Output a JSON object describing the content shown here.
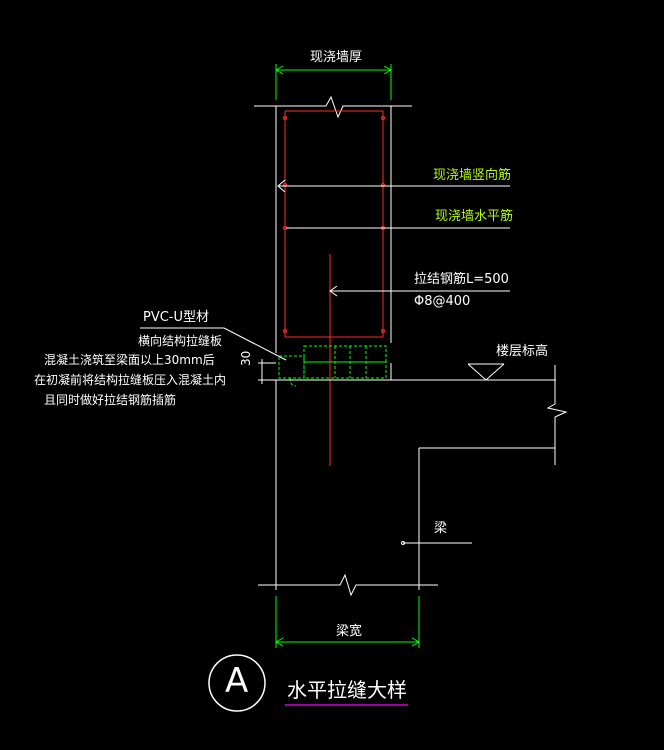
{
  "labels": {
    "wall_thickness": "现浇墙厚",
    "vertical_rebar": "现浇墙竖向筋",
    "horizontal_rebar": "现浇墙水平筋",
    "tie_rebar_1": "拉结钢筋L=500",
    "tie_rebar_2": "Φ8@400",
    "pvc_material": "PVC-U型材",
    "pvc_desc": "横向结构拉缝板",
    "note_1": "混凝土浇筑至梁面以上30mm后",
    "note_2": "在初凝前将结构拉缝板压入混凝土内",
    "note_3": "且同时做好拉结钢筋插筋",
    "dim_30": "30",
    "floor_level": "楼层标高",
    "beam": "梁",
    "beam_width": "梁宽",
    "detail_letter": "A",
    "detail_title": "水平拉缝大样"
  },
  "colors": {
    "background": "#000000",
    "line": "#ffffff",
    "rebar": "#ff2a2a",
    "dimension": "#00ff00",
    "text_green": "#b6ff00",
    "underline": "#ff00ff"
  }
}
